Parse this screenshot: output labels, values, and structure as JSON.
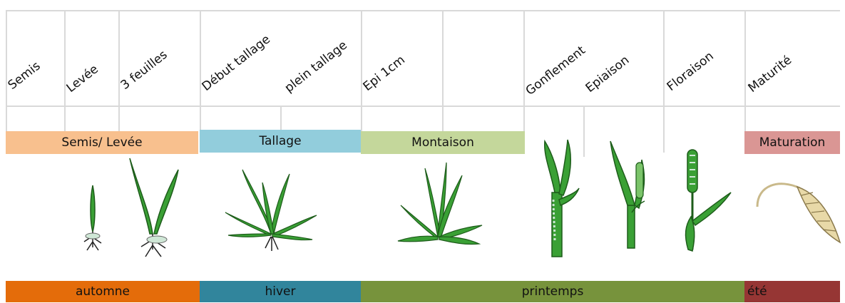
{
  "stages": [
    "Semis",
    "Levée",
    "3 feuilles",
    "Début tallage",
    "plein tallage",
    "Epi 1cm",
    "Gonflement",
    "Epiaison",
    "Floraison",
    "Maturité"
  ],
  "phases": {
    "semis_levee": "Semis/ Levée",
    "tallage": "Tallage",
    "montaison": "Montaison",
    "maturation": "Maturation"
  },
  "seasons": {
    "automne": "automne",
    "hiver": "hiver",
    "printemps": "printemps",
    "ete": "été"
  },
  "colors": {
    "semis_levee": "#f8c08e",
    "tallage": "#92cddc",
    "montaison": "#c4d79b",
    "maturation": "#da9694",
    "automne": "#e46c0a",
    "hiver": "#31859c",
    "printemps": "#77933c",
    "ete": "#963634",
    "plant_green": "#3aa035",
    "plant_dark": "#1d5c1a"
  }
}
